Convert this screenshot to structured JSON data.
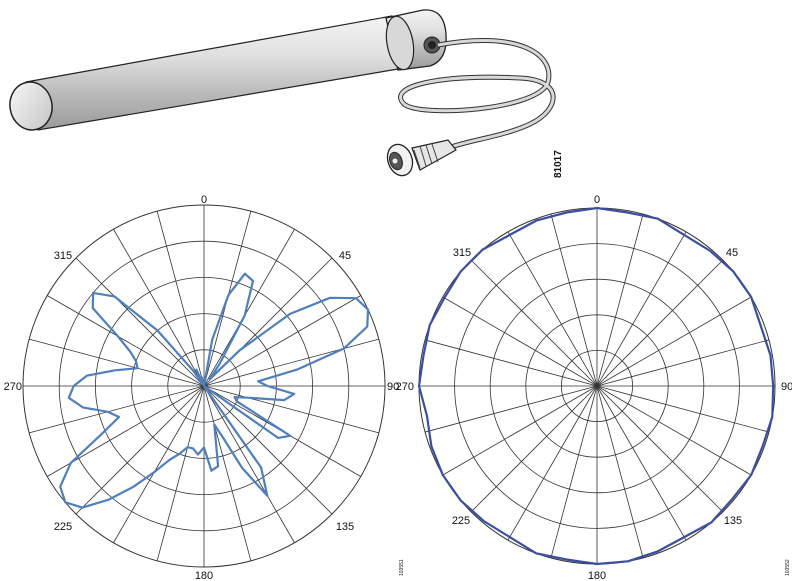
{
  "illustration": {
    "id_label": "81017"
  },
  "charts": [
    {
      "name": "elevation-pattern",
      "angle_labels": [
        "0",
        "45",
        "90",
        "135",
        "180",
        "225",
        "270",
        "315"
      ],
      "figure_id": "103551",
      "radial_rings": 5,
      "spokes_every_deg": 15,
      "pattern_color": "#4f7fbf",
      "pattern_r": [
        0.0,
        0.0,
        0.26,
        0.52,
        0.66,
        0.64,
        0.45,
        0.15,
        0.05,
        0.28,
        0.62,
        0.85,
        0.97,
        1.0,
        0.96,
        0.8,
        0.52,
        0.3,
        0.35,
        0.5,
        0.45,
        0.25,
        0.18,
        0.2,
        0.55,
        0.5,
        0.0,
        0.0,
        0.0,
        0.55,
        0.7,
        0.5,
        0.3,
        0.22,
        0.45,
        0.47,
        0.34,
        0.38,
        0.35,
        0.35,
        0.4,
        0.45,
        0.55,
        0.68,
        0.82,
        0.95,
        1.0,
        0.97,
        0.85,
        0.62,
        0.5,
        0.55,
        0.68,
        0.75,
        0.72,
        0.65,
        0.5,
        0.38,
        0.4,
        0.45,
        0.55,
        0.75,
        0.8,
        0.7,
        0.4,
        0.1,
        0.0,
        0.1,
        0.0,
        0.05,
        0.0,
        0.0
      ]
    },
    {
      "name": "azimuth-pattern",
      "angle_labels": [
        "0",
        "45",
        "90",
        "135",
        "180",
        "225",
        "270",
        "315"
      ],
      "figure_id": "103552",
      "radial_rings": 5,
      "spokes_every_deg": 15,
      "pattern_color": "#3b4fa0",
      "pattern_r": [
        1.0,
        0.99,
        1.0,
        0.98,
        0.99,
        1.0,
        1.0,
        0.98,
        0.99,
        0.99,
        1.0,
        0.99,
        1.0,
        0.99,
        1.0,
        0.98,
        0.99,
        1.0,
        1.0,
        0.99,
        1.0,
        0.98,
        0.99,
        1.0,
        1.0,
        0.99,
        0.97,
        1.0,
        0.99,
        1.0,
        0.99,
        1.0,
        1.0,
        0.98,
        0.99,
        0.99
      ]
    }
  ]
}
